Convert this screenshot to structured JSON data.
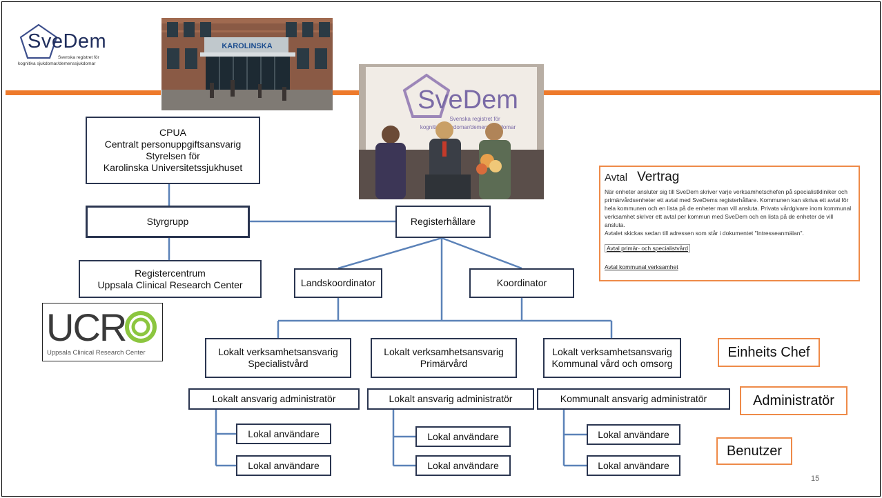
{
  "logos": {
    "svedem": {
      "name": "SveDem",
      "tagline_1": "Svenska registret för",
      "tagline_2": "kognitiva sjukdomar/demenssjukdomar"
    },
    "ucr": {
      "name": "UCR",
      "tagline": "Uppsala Clinical Research Center"
    }
  },
  "photos": {
    "building_sign": "KAROLINSKA",
    "presentation_screen": {
      "title": "SveDem",
      "sub_1": "Svenska registret för",
      "sub_2": "kognitiva sjukdomar/demenssjukdomar"
    }
  },
  "org": {
    "cpua": [
      "CPUA",
      "Centralt personuppgiftsansvarig",
      "Styrelsen för",
      "Karolinska Universitetssjukhuset"
    ],
    "styrgrupp": "Styrgrupp",
    "registercentrum": [
      "Registercentrum",
      "Uppsala Clinical Research Center"
    ],
    "registerhallare": "Registerhållare",
    "landskoordinator": "Landskoordinator",
    "koordinator": "Koordinator",
    "units": [
      {
        "head": [
          "Lokalt verksamhetsansvarig",
          "Specialistvård"
        ],
        "admin": "Lokalt ansvarig administratör",
        "users": [
          "Lokal användare",
          "Lokal användare"
        ]
      },
      {
        "head": [
          "Lokalt verksamhetsansvarig",
          "Primärvård"
        ],
        "admin": "Lokalt ansvarig  administratör",
        "users": [
          "Lokal användare",
          "Lokal användare"
        ]
      },
      {
        "head": [
          "Lokalt verksamhetsansvarig",
          "Kommunal vård och omsorg"
        ],
        "admin": "Kommunalt ansvarig administratör",
        "users": [
          "Lokal användare",
          "Lokal användare"
        ]
      }
    ]
  },
  "labels": {
    "einheits_chef": "Einheits Chef",
    "administrator": "Administratör",
    "benutzer": "Benutzer"
  },
  "contract": {
    "title": "Avtal",
    "title_de": "Vertrag",
    "body_lines": [
      "När enheter ansluter sig till SveDem skriver varje verksamhetschefen på specialistkliniker och",
      "primärvårdsenheter ett avtal med SveDems registerhållare. Kommunen kan skriva ett avtal för",
      "hela kommunen och en lista på de enheter man vill ansluta. Privata vårdgivare inom kommunal",
      "verksamhet skriver ett avtal per kommun med SveDem och en lista på de enheter de vill",
      "ansluta.",
      "Avtalet skickas sedan till adressen som står i dokumentet \"Intresseanmälan\"."
    ],
    "link_1": "Avtal primär- och specialistvård",
    "link_2": "Avtal kommunal verksamhet"
  },
  "page_number": "15",
  "colors": {
    "accent_orange": "#ee7a2b",
    "box_border": "#2a3550",
    "connector_blue": "#5b82b8"
  }
}
